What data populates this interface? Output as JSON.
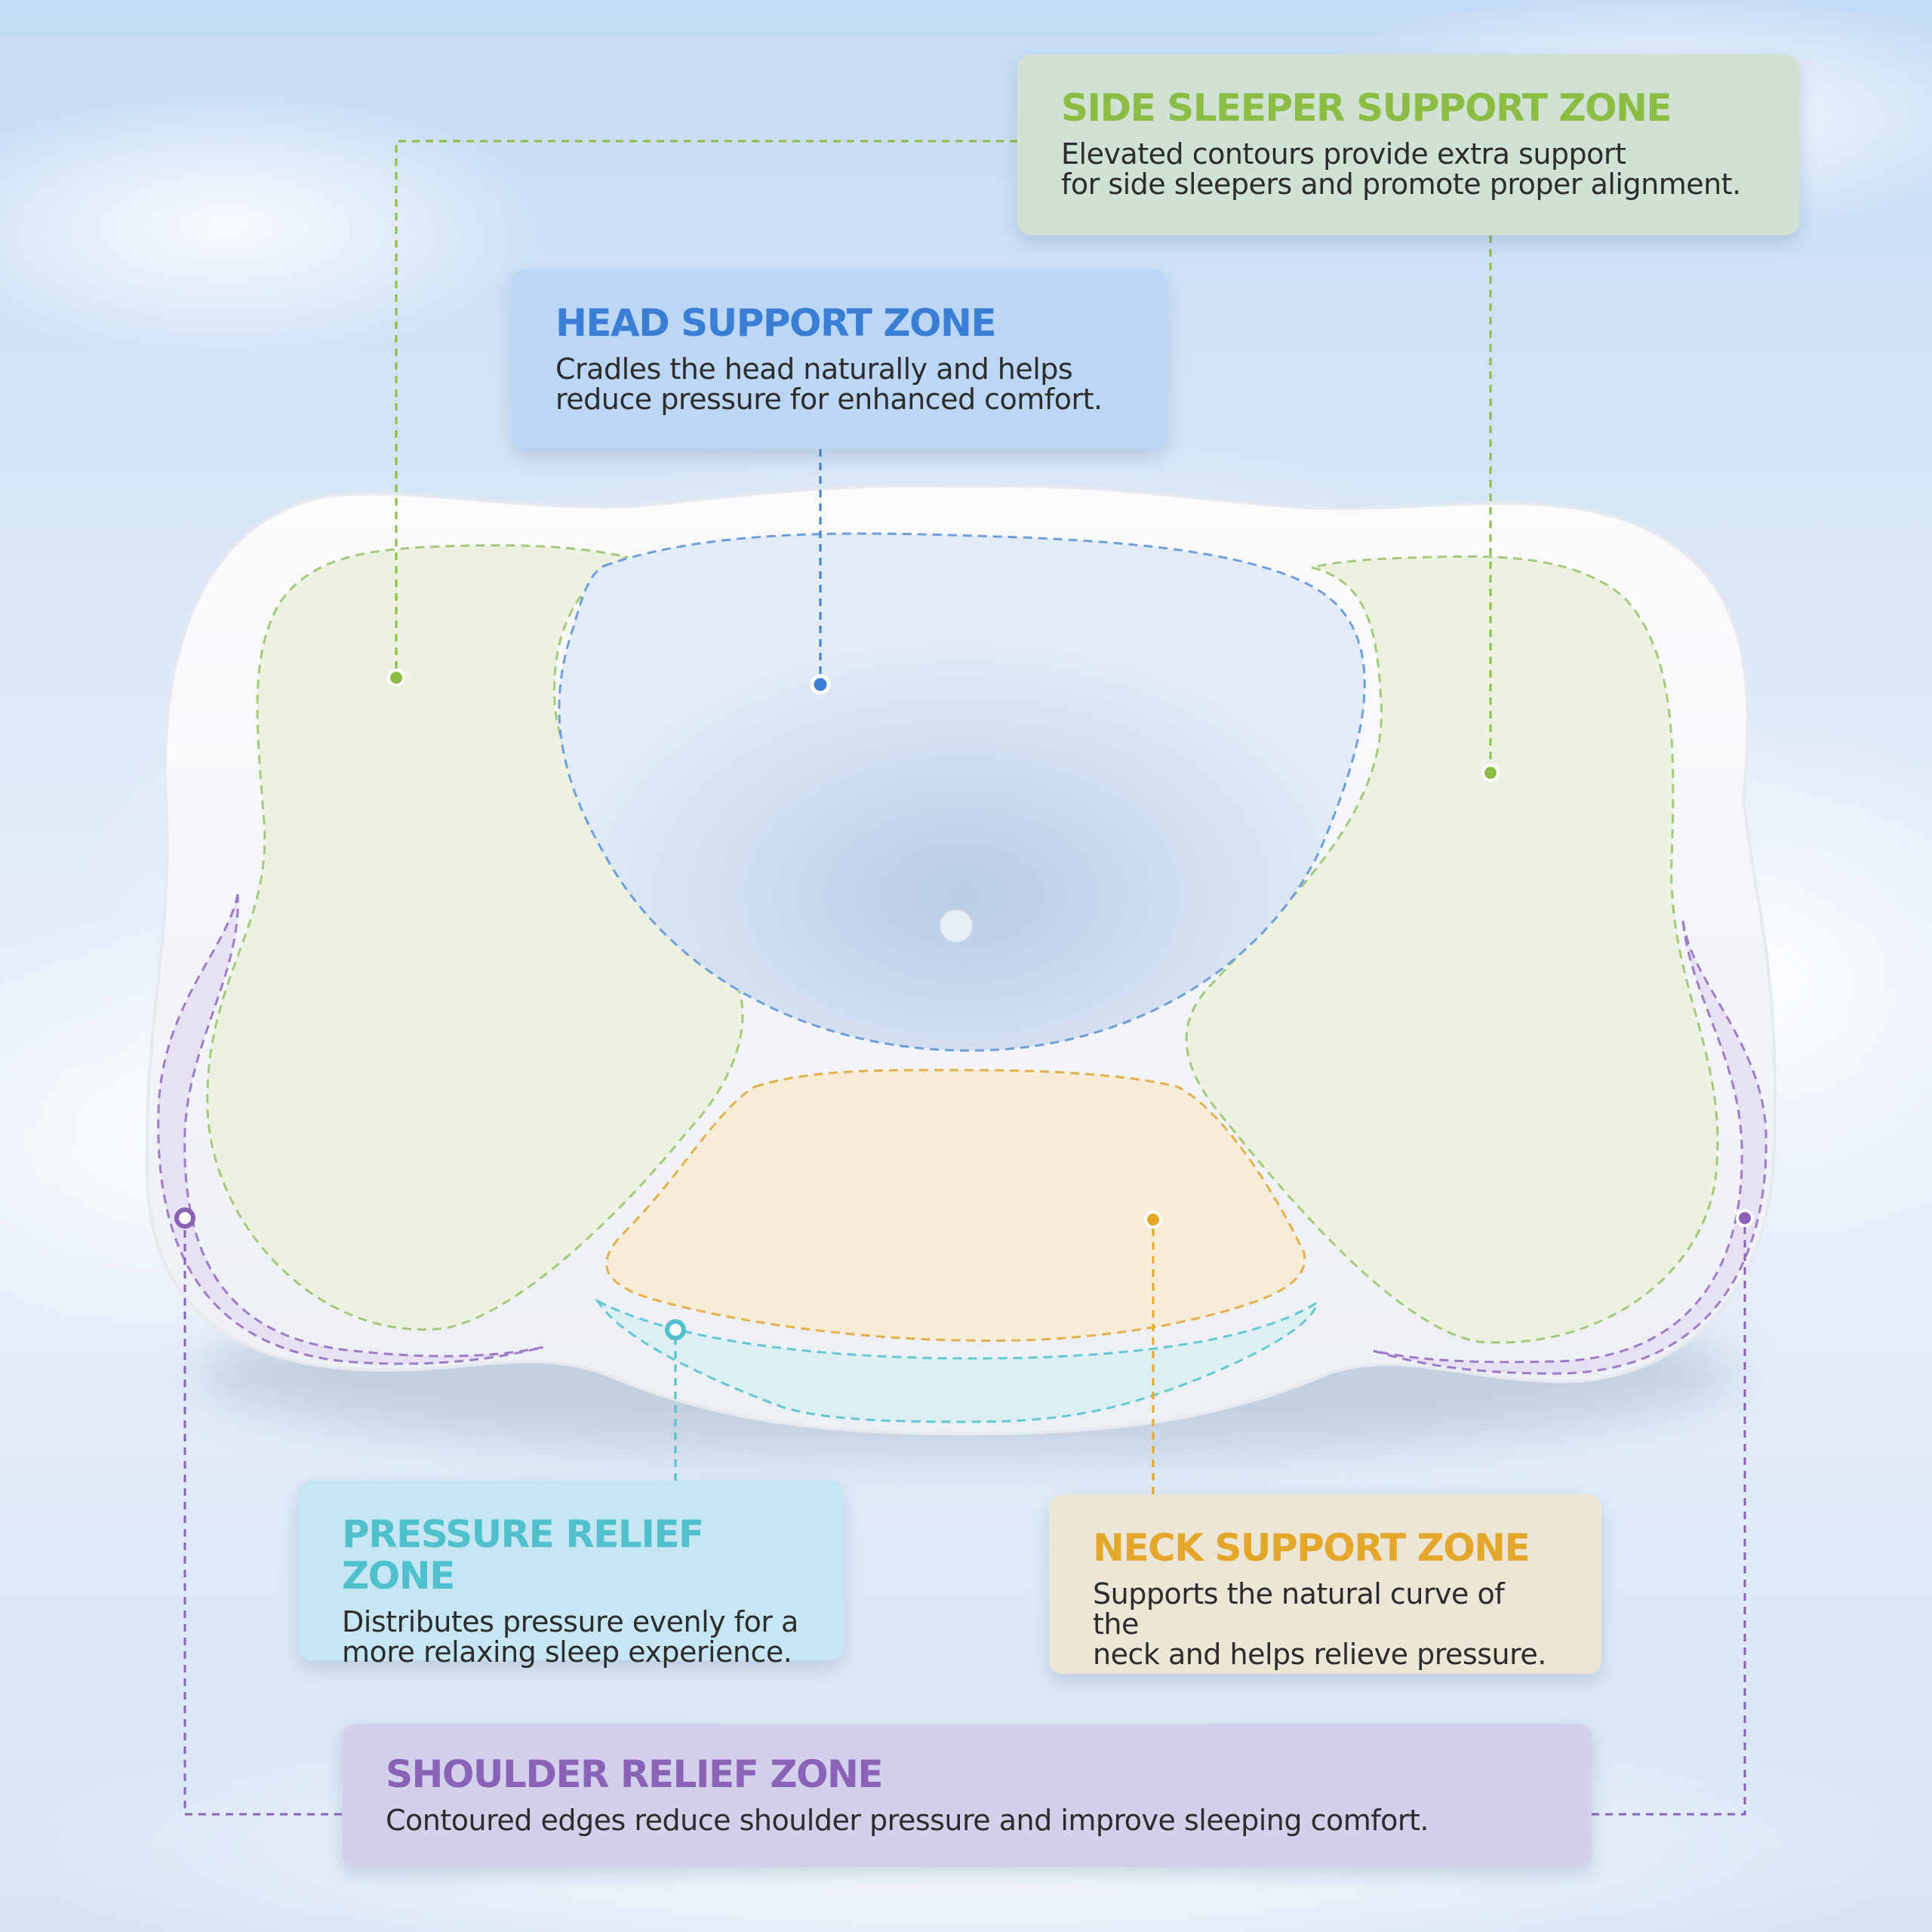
{
  "colors": {
    "side": "#8bbd45",
    "head": "#3a7fd5",
    "pressure": "#4fc0cc",
    "neck": "#e4a72a",
    "shoulder": "#8a62b8"
  },
  "zones": {
    "side_sleeper": {
      "title": "SIDE SLEEPER SUPPORT ZONE",
      "desc_lines": [
        "Elevated contours provide extra support",
        "for side sleepers and promote proper alignment."
      ]
    },
    "head": {
      "title": "HEAD SUPPORT ZONE",
      "desc_lines": [
        "Cradles the head naturally and helps",
        "reduce pressure for enhanced comfort."
      ]
    },
    "pressure": {
      "title": "PRESSURE RELIEF ZONE",
      "desc_lines": [
        "Distributes pressure evenly for a",
        "more relaxing sleep experience."
      ]
    },
    "neck": {
      "title": "NECK SUPPORT ZONE",
      "desc_lines": [
        "Supports the natural curve of the",
        "neck and helps relieve pressure."
      ]
    },
    "shoulder": {
      "title": "SHOULDER RELIEF ZONE",
      "desc_lines": [
        "Contoured edges reduce shoulder pressure and improve sleeping comfort."
      ]
    }
  }
}
